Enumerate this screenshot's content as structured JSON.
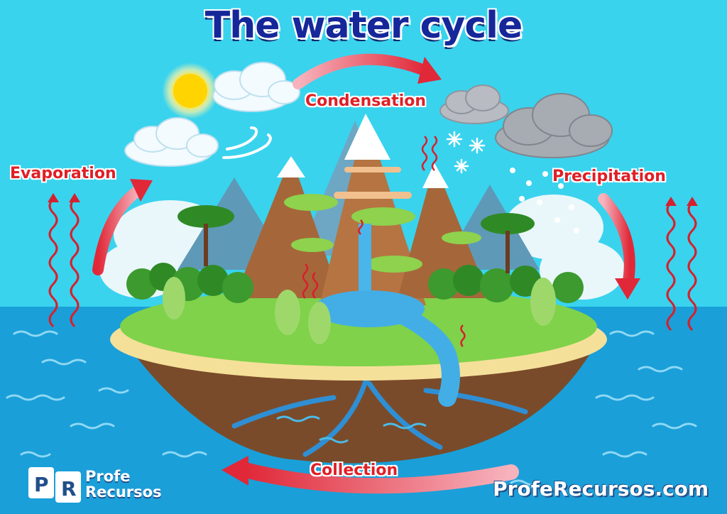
{
  "diagram": {
    "title": "The water cycle",
    "stages": {
      "condensation": "Condensation",
      "evaporation": "Evaporation",
      "precipitation": "Precipitation",
      "collection": "Collection"
    }
  },
  "branding": {
    "logo_line1": "Profe",
    "logo_line2": "Recursos",
    "website": "ProfeRecursos.com"
  },
  "colors": {
    "sky": "#39d3ee",
    "sea": "#1a9fd9",
    "title": "#16279a",
    "label": "#e01f26",
    "arrow": "#e23b4b"
  }
}
